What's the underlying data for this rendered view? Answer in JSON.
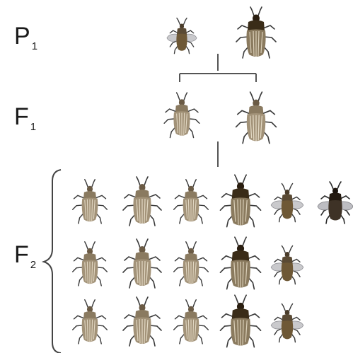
{
  "generations": [
    {
      "id": "P",
      "letter": "P",
      "subscript": "1"
    },
    {
      "id": "F1",
      "letter": "F",
      "subscript": "1"
    },
    {
      "id": "F2",
      "letter": "F",
      "subscript": "2"
    }
  ],
  "colors": {
    "line": "#555555",
    "leg": "#3a3a3a",
    "pale_body": "#a29278",
    "pale_stripe": "#efe6d2",
    "brown_body": "#6e5836",
    "brown_head": "#3a2c18",
    "dark_body": "#3e3226",
    "dark_thorax": "#241a10",
    "wing": "#c9c9cc",
    "wing_edge": "#8d8d92"
  },
  "beetle_types": [
    "pale-striped",
    "brown-headed",
    "winged-small",
    "winged-dark"
  ],
  "beetles": {
    "P1": [
      "winged-small",
      "brown-headed"
    ],
    "F1": [
      "pale-striped",
      "pale-striped"
    ],
    "F2": [
      [
        "pale-striped",
        "pale-striped",
        "pale-striped",
        "brown-headed",
        "winged-small",
        "winged-dark"
      ],
      [
        "pale-striped",
        "pale-striped",
        "pale-striped",
        "brown-headed",
        "winged-small"
      ],
      [
        "pale-striped",
        "pale-striped",
        "pale-striped",
        "brown-headed",
        "winged-small"
      ]
    ]
  }
}
